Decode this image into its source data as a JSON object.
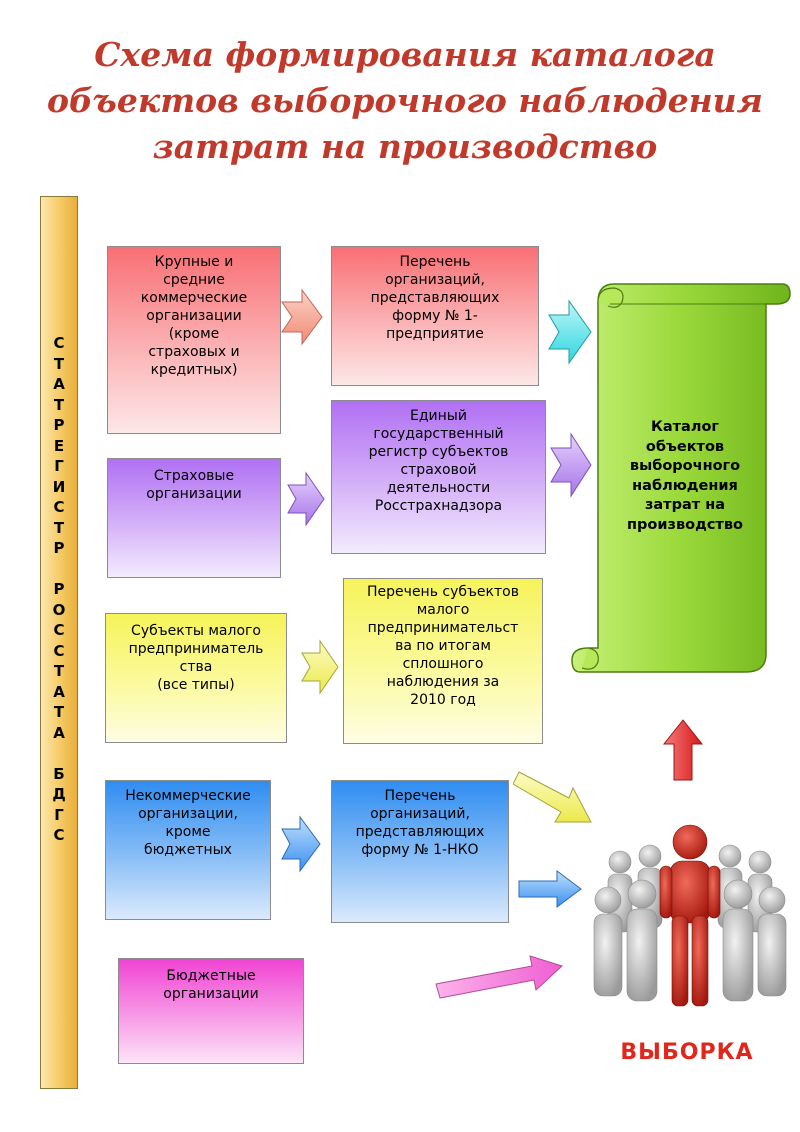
{
  "title": {
    "line1": "Схема формирования каталога",
    "line2": "объектов выборочного наблюдения",
    "line3": "затрат на производство"
  },
  "vertical_label": "С\nТ\nА\nТ\nР\nЕ\nГ\nИ\nС\nТ\nР\n\nР\nО\nС\nС\nТ\nА\nТ\nА\n\nБ\nД\nГ\nС",
  "left_boxes": {
    "large": "Крупные и\nсредние\nкоммерческие\nорганизации\n(кроме\nстраховых и\nкредитных)",
    "insurance": "Страховые\nорганизации",
    "small": "Субъекты малого\nпредприниматель\nства\n(все типы)",
    "nonprofit": "Некоммерческие\nорганизации,\nкроме\nбюджетных",
    "budget": "Бюджетные\nорганизации"
  },
  "middle_boxes": {
    "form1": "Перечень\nорганизаций,\nпредставляющих\nформу № 1-\nпредприятие",
    "register": "Единый\nгосударственный\nрегистр субъектов\nстраховой\nдеятельности\nРосстрахнадзора",
    "small_list": "Перечень субъектов\nмалого\nпредпринимательст\nва по итогам\nсплошного\nнаблюдения за\n2010 год",
    "nko": "Перечень\nорганизаций,\nпредставляющих\nформу № 1-НКО"
  },
  "catalog": "Каталог\nобъектов\nвыборочного\nнаблюдения\nзатрат на\nпроизводство",
  "sample_label": "ВЫБОРКА",
  "colors": {
    "title": "#c0392b",
    "red_box": "#f86f74",
    "purple_box": "#b070f3",
    "yellow_box": "#f6f35a",
    "blue_box": "#2f8df1",
    "pink_box": "#f044d3",
    "scroll": "#8fd22a",
    "up_arrow": "#e32626",
    "cyan_arrow": "#4fe0e8",
    "sample_label": "#e1261c"
  }
}
